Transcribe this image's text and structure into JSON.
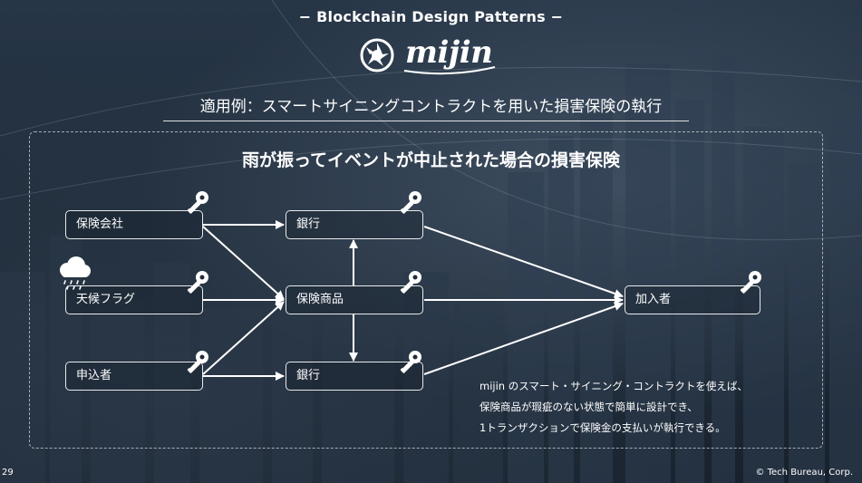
{
  "header": {
    "title": "− Blockchain Design Patterns −",
    "logo_text": "mijin",
    "subtitle": "適用例：スマートサイニングコントラクトを用いた損害保険の執行"
  },
  "diagram": {
    "title": "雨が振ってイベントが中止された場合の損害保険",
    "nodes": {
      "insurer": "保険会社",
      "weather_flag": "天候フラグ",
      "applicant": "申込者",
      "bank_top": "銀行",
      "product": "保険商品",
      "bank_bottom": "銀行",
      "subscriber": "加入者"
    },
    "icons": {
      "key": "key-icon",
      "weather": "rain-cloud-icon"
    },
    "note_lines": [
      "mijin のスマート・サイニング・コントラクトを使えば、",
      "保険商品が瑕疵のない状態で簡単に設計でき、",
      "1トランザクションで保険金の支払いが執行できる。"
    ]
  },
  "footer": {
    "page": "29",
    "copyright": "© Tech Bureau, Corp."
  },
  "colors": {
    "background": "#1f2c3a",
    "foreground": "#ffffff"
  }
}
